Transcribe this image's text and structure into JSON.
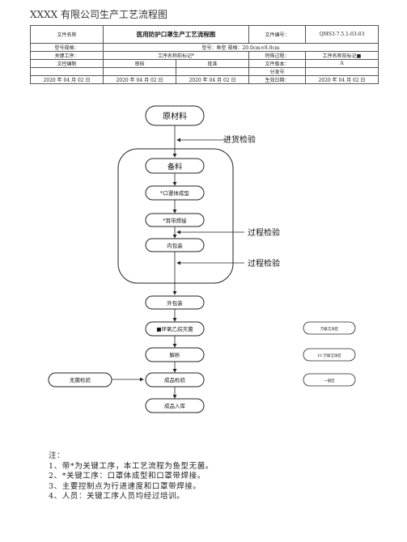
{
  "document": {
    "title": "XXXX 有限公司生产工艺流程图"
  },
  "header": {
    "file_name_label": "文件名称",
    "file_name_value": "医用防护口罩生产工艺流程图",
    "file_no_label": "文件编号：",
    "file_no_value": "QMS3-7.5.1-03-03",
    "model_label": "型号规格：",
    "model_value": "型号：鱼型  规格：20.0cm×8.0cm",
    "key_process_label": "关键工序：",
    "key_process_value": "工序名称前标记*",
    "special_process_label": "特殊过程：",
    "special_process_value": "工序名称前标记■",
    "compile_label": "文控编制",
    "review_label": "审核",
    "approve_label": "批准",
    "version_label": "文件版本：",
    "version_value": "A",
    "dist_no_label": "分发号",
    "date_compile": "2020 年 04 月 02 日",
    "date_review": "2020 年 04 月 02 日",
    "date_approve": "2020 年 04 月 02 日",
    "effective_label": "生效日期：",
    "effective_value": "2020 年 04 月 02 日"
  },
  "flow": {
    "raw_material": "原材料",
    "incoming_inspection": "进货检验",
    "prepare": "备料",
    "mask_forming": "*口罩体成型",
    "ear_welding": "*耳带焊接",
    "inner_packing": "内包装",
    "process_inspection_1": "过程检验",
    "process_inspection_2": "过程检验",
    "outer_packing": "外包装",
    "sterilization": "■环氧乙烷灭菌",
    "desorption": "解析",
    "product_inspection": "成品检验",
    "sterile_inspection": "无菌检验",
    "warehousing": "成品入库"
  },
  "legend": {
    "clean_area": "万级洁净区",
    "clean_area_2": "10 万级洁净区",
    "general_area": "一般区"
  },
  "notes": {
    "heading": "注：",
    "item1": "1、带*为关键工序，本工艺流程为鱼型无菌。",
    "item2": "2、*关键工序：口罩体成型和口罩带焊接。",
    "item3": "3、主要控制点为行进速度和口罩带焊接。",
    "item4": "4、人员：关键工序人员均经过培训。"
  }
}
